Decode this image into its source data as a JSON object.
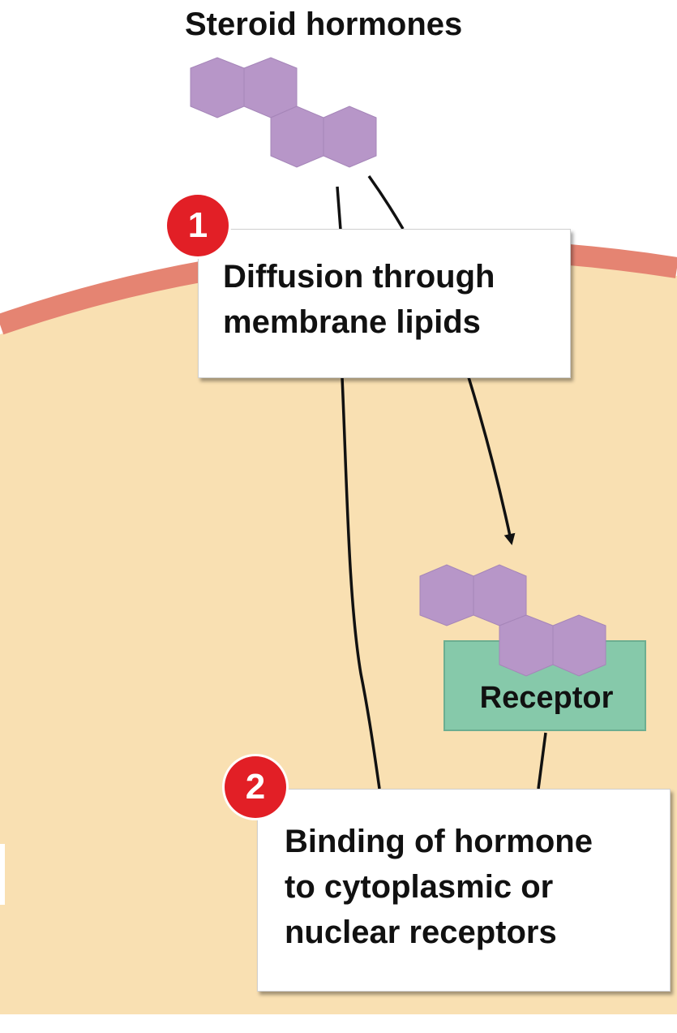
{
  "diagram": {
    "title": "Steroid hormones",
    "steps": [
      {
        "number": "1",
        "label_line1": "Diffusion through",
        "label_line2": "membrane lipids"
      },
      {
        "number": "2",
        "label_line1": "Binding of hormone",
        "label_line2": "to cytoplasmic or",
        "label_line3": "nuclear receptors"
      }
    ],
    "receptor_label": "Receptor",
    "colors": {
      "membrane": "#e58472",
      "cytoplasm": "#f9e0b2",
      "hormone": "#b796c8",
      "receptor": "#86c9aa",
      "step_badge": "#e21f26"
    }
  }
}
